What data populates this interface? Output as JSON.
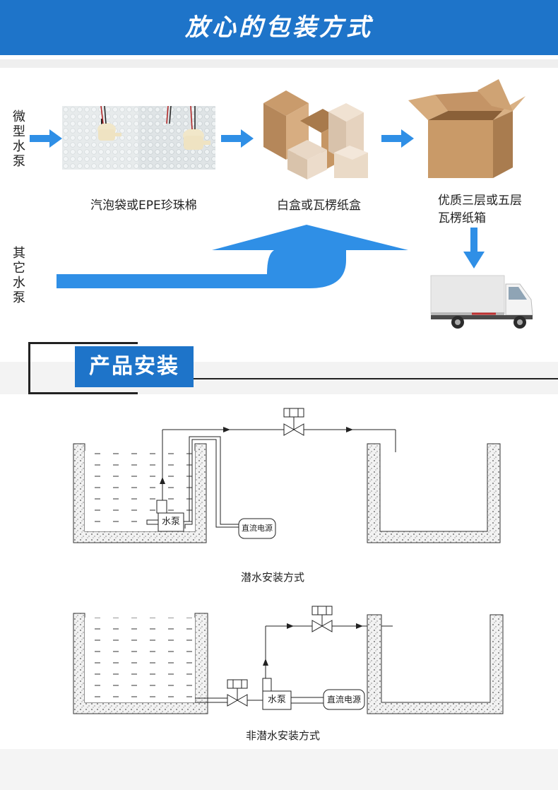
{
  "banner": {
    "title": "放心的包装方式"
  },
  "packaging": {
    "micro_pump_label": "微型水泵",
    "other_pump_label": "其它水泵",
    "step1_caption": "汽泡袋或EPE珍珠棉",
    "step2_caption": "白盒或瓦楞纸盒",
    "step3_caption_line1": "优质三层或五层",
    "step3_caption_line2": "瓦楞纸箱"
  },
  "installation": {
    "section_title": "产品安装",
    "submersible": {
      "pump_label": "水泵",
      "power_label": "直流电源",
      "caption": "潜水安装方式"
    },
    "non_submersible": {
      "pump_label": "水泵",
      "power_label": "直流电源",
      "caption": "非潜水安装方式"
    }
  },
  "colors": {
    "brand_blue": "#1e74c9",
    "arrow_blue": "#2f8fe6",
    "cardboard": "#b98a5c",
    "white_box": "#e6d6c4"
  }
}
